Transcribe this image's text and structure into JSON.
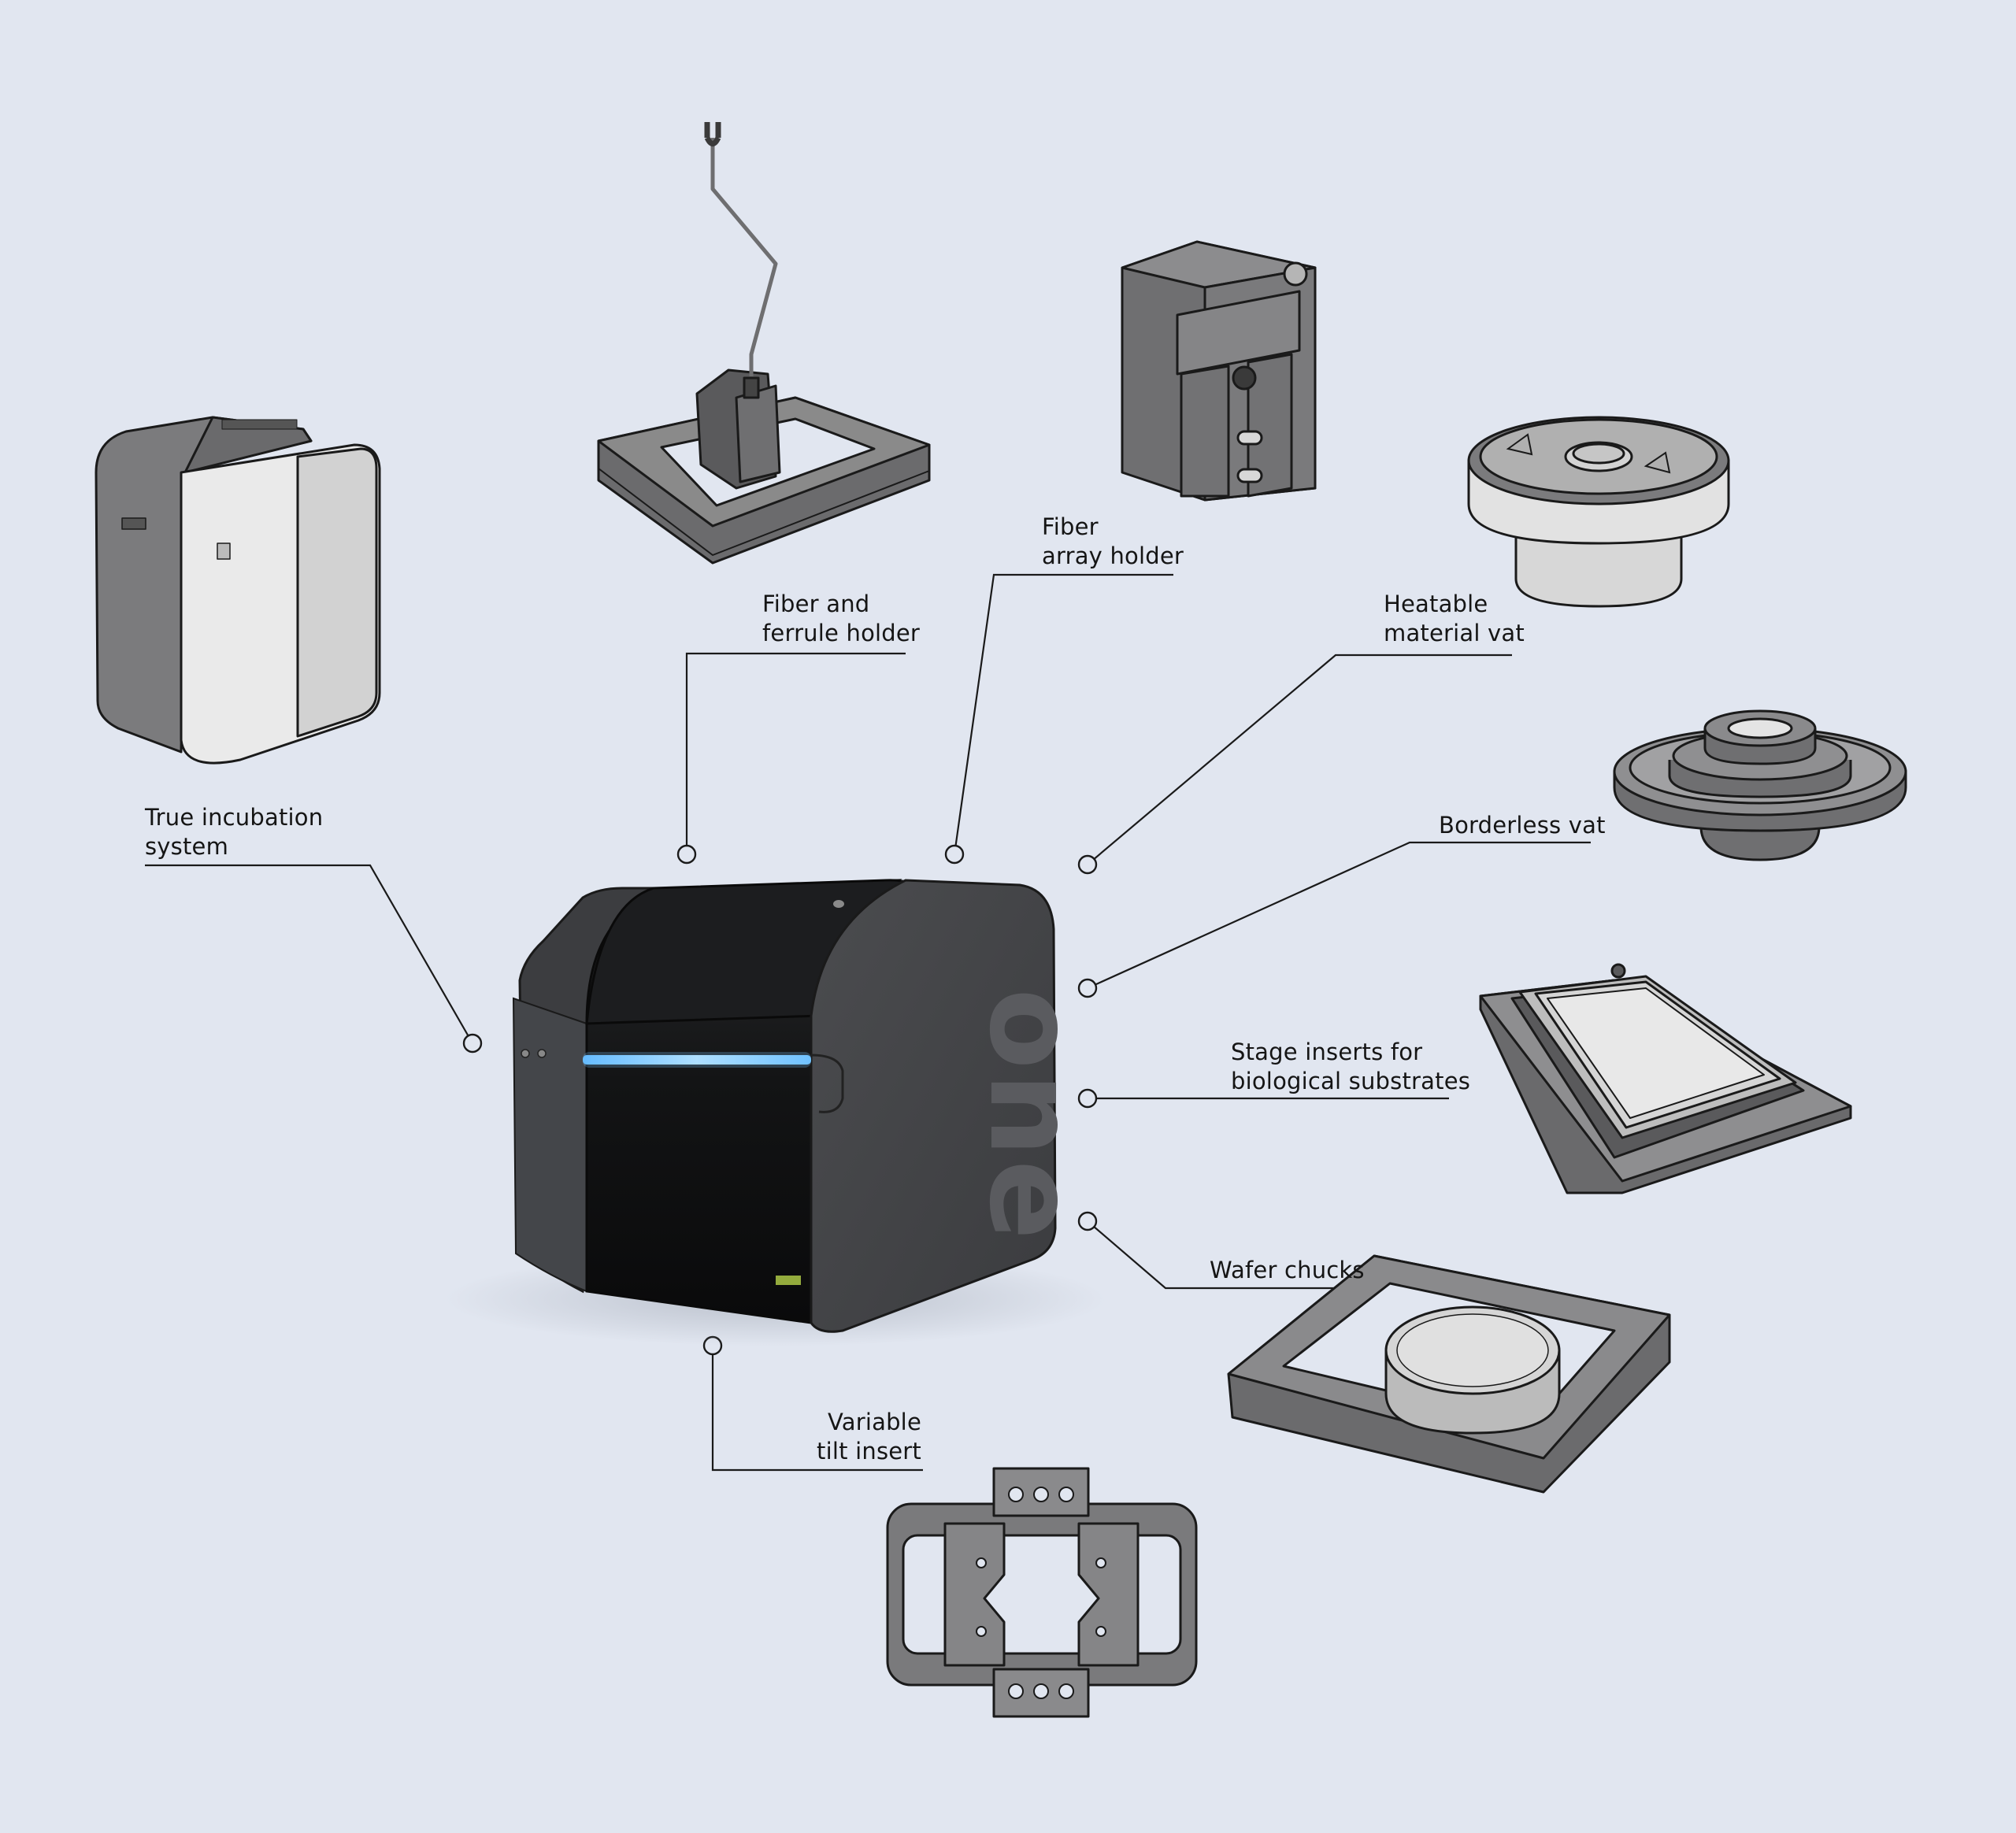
{
  "labels": {
    "fiber_ferrule": [
      "Fiber and",
      "ferrule holder"
    ],
    "fiber_array": [
      "Fiber",
      "array holder"
    ],
    "heatable_vat": [
      "Heatable",
      "material vat"
    ],
    "incubation": [
      "True incubation",
      "system"
    ],
    "borderless_vat": [
      "Borderless vat"
    ],
    "stage_inserts": [
      "Stage inserts for",
      "biological substrates"
    ],
    "wafer_chucks": [
      "Wafer chucks"
    ],
    "tilt_insert": [
      "Variable",
      "tilt insert"
    ]
  },
  "printer_brand": "one",
  "colors": {
    "background": "#e1e6f0",
    "printer_front": "#151617",
    "printer_body": "#47484a",
    "light_strip": "#8fd2ff",
    "part_gray": "#8a8a8a",
    "part_light": "#d9d9d9",
    "line": "#1a1a1a"
  }
}
